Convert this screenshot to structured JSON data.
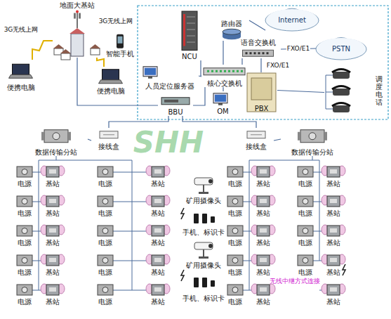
{
  "diagram": {
    "nodes": [
      {
        "text": [
          "地面大基站"
        ]
      },
      {
        "text": [
          "便携电脑"
        ]
      },
      {
        "text": [
          "便携电脑"
        ]
      },
      {
        "text": [
          "智能手机"
        ]
      },
      {
        "text": [
          "NCU"
        ]
      },
      {
        "text": [
          "路由器"
        ]
      },
      {
        "text": [
          "Internet"
        ]
      },
      {
        "text": [
          "语音交换机"
        ]
      },
      {
        "text": [
          "PSTN"
        ]
      },
      {
        "text": [
          "PBX"
        ]
      },
      {
        "text": [
          "调度电话"
        ]
      },
      {
        "text": [
          "人员定位服务器"
        ]
      },
      {
        "text": [
          "核心交换机"
        ]
      },
      {
        "text": [
          "BBU"
        ]
      },
      {
        "text": [
          "OM"
        ]
      },
      {
        "text": [
          "数据传输分站"
        ]
      },
      {
        "text": [
          "接线盒"
        ]
      },
      {
        "text": [
          "接线盒"
        ]
      },
      {
        "text": [
          "数据传输分站"
        ]
      }
    ],
    "edges": [
      {
        "from": 0,
        "to": 1,
        "label": "3G无线上网",
        "arrow": "none"
      },
      {
        "from": 0,
        "to": 2,
        "label": "3G无线上网",
        "arrow": "none"
      },
      {
        "from": 0,
        "to": 13,
        "arrow": "none"
      },
      {
        "from": 4,
        "to": 12,
        "arrow": "none"
      },
      {
        "from": 5,
        "to": 6,
        "arrow": "none"
      },
      {
        "from": 5,
        "to": 12,
        "arrow": "none"
      },
      {
        "from": 12,
        "to": 7,
        "arrow": "none"
      },
      {
        "from": 7,
        "to": 8,
        "label": "FXO/E1",
        "arrow": "none"
      },
      {
        "from": 7,
        "to": 9,
        "label": "FXO/E1",
        "arrow": "none"
      },
      {
        "from": 9,
        "to": 10,
        "arrow": "none"
      },
      {
        "from": 12,
        "to": 11,
        "arrow": "none"
      },
      {
        "from": 12,
        "to": 13,
        "arrow": "none"
      },
      {
        "from": 12,
        "to": 14,
        "arrow": "none"
      },
      {
        "from": 13,
        "to": 16,
        "arrow": "none"
      },
      {
        "from": 13,
        "to": 17,
        "arrow": "none"
      },
      {
        "from": 16,
        "to": 15,
        "arrow": "none"
      },
      {
        "from": 17,
        "to": 18,
        "arrow": "none"
      }
    ],
    "labels": [
      "矿用摄像头",
      "手机、标识卡",
      "矿用摄像头",
      "手机、标识卡",
      "无线中继方式连接",
      "SHH",
      "电源",
      "基站",
      "电源",
      "基站",
      "电源",
      "基站",
      "电源",
      "基站",
      "电源",
      "基站",
      "电源",
      "基站",
      "电源",
      "基站",
      "电源",
      "基站",
      "电源",
      "基站",
      "电源",
      "基站",
      "电源",
      "基站",
      "电源",
      "基站",
      "电源",
      "基站",
      "电源",
      "基站",
      "电源",
      "基站",
      "电源",
      "基站",
      "电源",
      "基站",
      "电源",
      "基站",
      "电源",
      "基站",
      "基站"
    ]
  }
}
